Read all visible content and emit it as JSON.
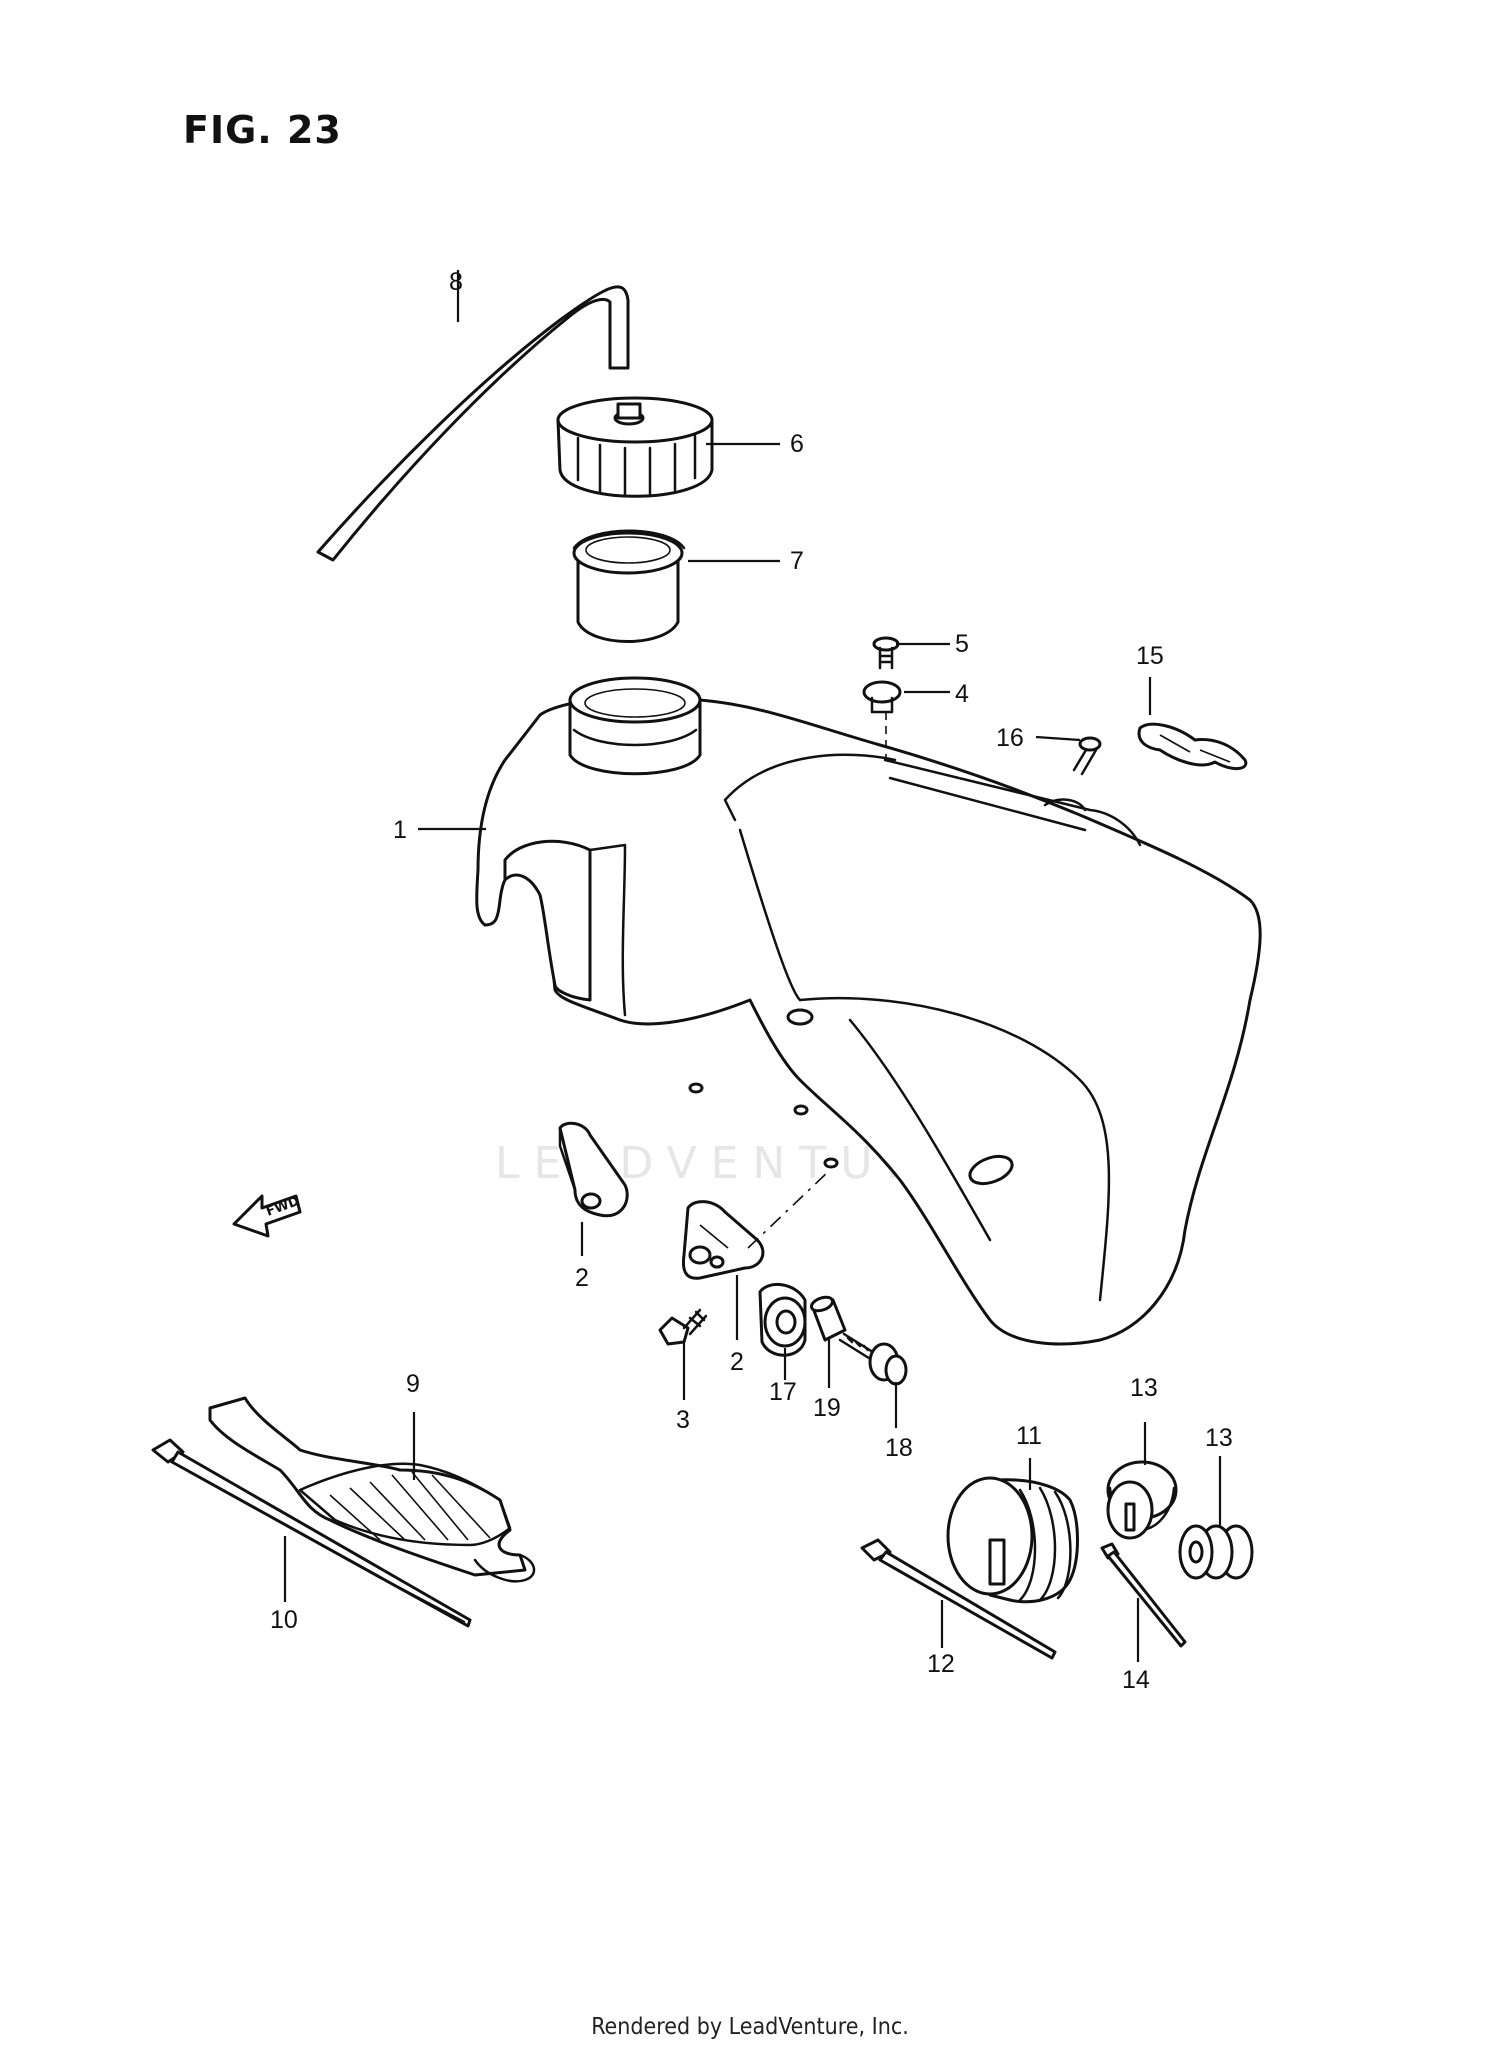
{
  "figure": {
    "title": "FIG. 23",
    "direction_label": "FWD",
    "watermark": "LEADVENTUR",
    "footer": "Rendered by LeadVenture, Inc."
  },
  "callouts": {
    "c1": "1",
    "c2a": "2",
    "c2b": "2",
    "c3": "3",
    "c4": "4",
    "c5": "5",
    "c6": "6",
    "c7": "7",
    "c8": "8",
    "c9": "9",
    "c10": "10",
    "c11": "11",
    "c12": "12",
    "c13a": "13",
    "c13b": "13",
    "c14": "14",
    "c15": "15",
    "c16": "16",
    "c17": "17",
    "c18": "18",
    "c19": "19"
  }
}
